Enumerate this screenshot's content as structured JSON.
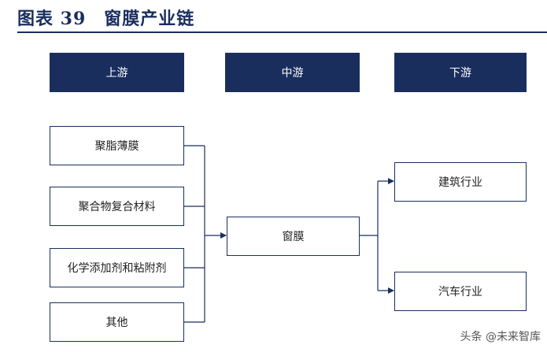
{
  "figure": {
    "title": "图表 39　窗膜产业链"
  },
  "stages": {
    "upstream": "上游",
    "midstream": "中游",
    "downstream": "下游"
  },
  "upstream_items": [
    "聚脂薄膜",
    "聚合物复合材料",
    "化学添加剂和粘附剂",
    "其他"
  ],
  "midstream_item": "窗膜",
  "downstream_items": [
    "建筑行业",
    "汽车行业"
  ],
  "watermark": "头条 @未来智库",
  "colors": {
    "navy": "#1a2e5e",
    "white": "#ffffff"
  }
}
